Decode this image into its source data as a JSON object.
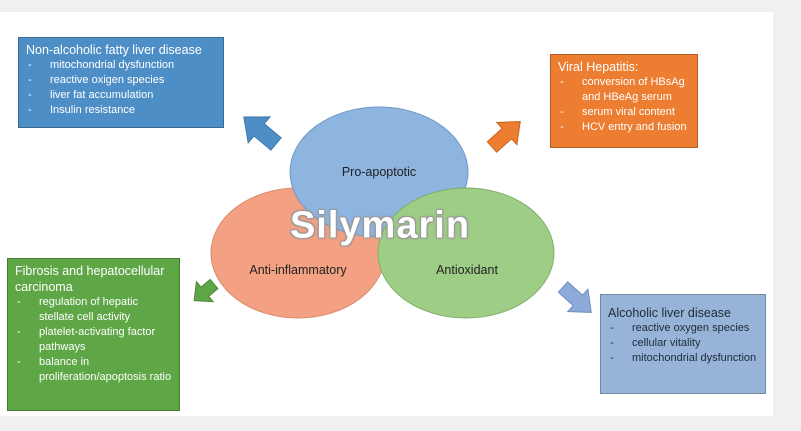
{
  "center": {
    "title": "Silymarin"
  },
  "circles": [
    {
      "label": "Pro-apoptotic",
      "color": "#8eb4e0"
    },
    {
      "label": "Anti-inflammatory",
      "color": "#f3a182"
    },
    {
      "label": "Antioxidant",
      "color": "#9ecd86"
    }
  ],
  "boxes": {
    "nafld": {
      "title": "Non-alcoholic fatty liver disease",
      "items": [
        "mitochondrial dysfunction",
        "reactive oxigen species",
        "liver fat accumulation",
        "Insulin resistance"
      ],
      "color": "#4e8ec6"
    },
    "viral": {
      "title": "Viral Hepatitis:",
      "items": [
        "conversion of HBsAg and HBeAg serum",
        "serum viral content",
        "HCV entry and fusion"
      ],
      "color": "#ed7d31"
    },
    "fibrosis": {
      "title": "Fibrosis and hepatocellular carcinoma",
      "items": [
        "regulation of hepatic stellate cell activity",
        "platelet-activating factor pathways",
        "balance in proliferation/apoptosis ratio"
      ],
      "color": "#5ea646"
    },
    "alcoholic": {
      "title": "Alcoholic liver disease",
      "items": [
        "reactive oxygen species",
        "cellular vitality",
        "mitochondrial dysfunction"
      ],
      "color": "#97b4d8"
    }
  }
}
